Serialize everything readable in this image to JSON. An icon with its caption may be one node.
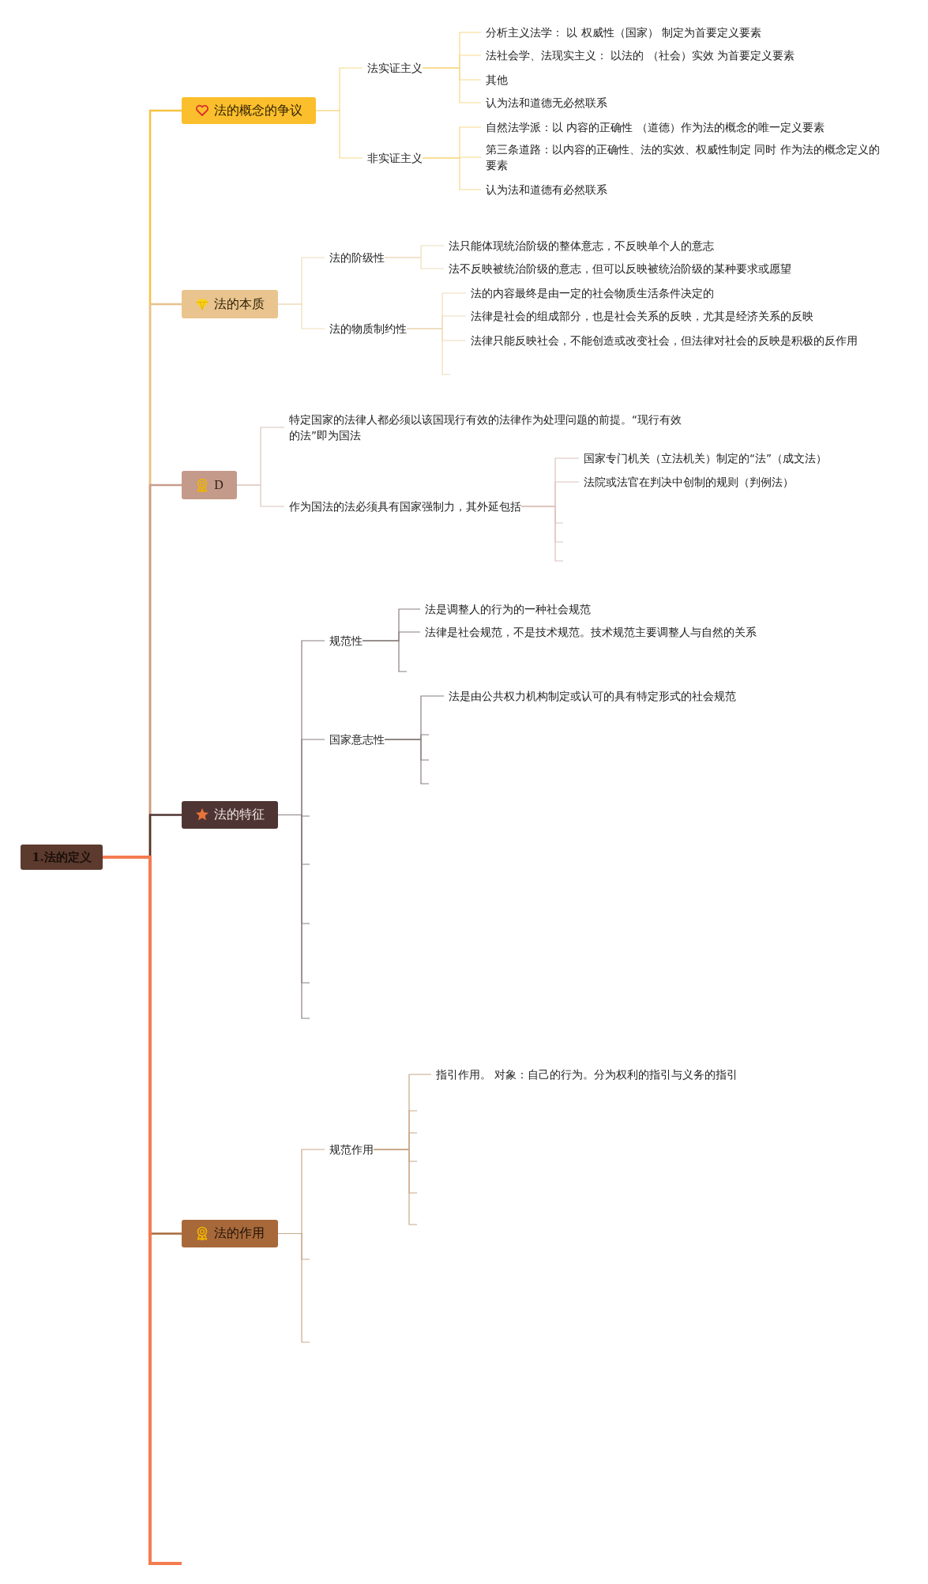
{
  "diagram": {
    "nodes": [
      {
        "text": [
          "1.法的定义"
        ]
      },
      {
        "text": [
          "法的概念的争议"
        ]
      },
      {
        "text": [
          "法实证主义"
        ]
      },
      {
        "text": [
          "分析主义法学： 以 权威性（国家） 制定为首要定义要素"
        ]
      },
      {
        "text": [
          "法社会学、法现实主义： 以法的 （社会）实效 为首要定义要素"
        ]
      },
      {
        "text": [
          "其他"
        ]
      },
      {
        "text": [
          "认为法和道德无必然联系"
        ]
      },
      {
        "text": [
          "非实证主义"
        ]
      },
      {
        "text": [
          "自然法学派：以 内容的正确性 （道德）作为法的概念的唯一定义要素"
        ]
      },
      {
        "text": [
          "第三条道路：以内容的正确性、法的实效、权威性制定 同时 作为法的概念定义的要素"
        ]
      },
      {
        "text": [
          "认为法和道德有必然联系"
        ]
      },
      {
        "text": [
          "法的本质"
        ]
      },
      {
        "text": [
          "法的阶级性"
        ]
      },
      {
        "text": [
          "法只能体现统治阶级的整体意志，不反映单个人的意志"
        ]
      },
      {
        "text": [
          "法不反映被统治阶级的意志，但可以反映被统治阶级的某种要求或愿望"
        ]
      },
      {
        "text": [
          "法的物质制约性"
        ]
      },
      {
        "text": [
          "法的内容最终是由一定的社会物质生活条件决定的"
        ]
      },
      {
        "text": [
          "法律是社会的组成部分，也是社会关系的反映，尤其是经济关系的反映"
        ]
      },
      {
        "text": [
          "法律只能反映社会，不能创造或改变社会，但法律对社会的反映是积极的反作用"
        ]
      },
      {
        "text": [
          "D"
        ]
      },
      {
        "text": [
          "特定国家的法律人都必须以该国现行有效的法律作为处理问题的前提。“现行有效的法”即为国法"
        ]
      },
      {
        "text": [
          "作为国法的法必须具有国家强制力，其外延包括"
        ]
      },
      {
        "text": [
          "国家专门机关（立法机关）制定的“法”（成文法）"
        ]
      },
      {
        "text": [
          "法院或法官在判决中创制的规则（判例法）"
        ]
      },
      {
        "text": [
          "法的特征"
        ]
      },
      {
        "text": [
          "规范性"
        ]
      },
      {
        "text": [
          "法是调整人的行为的一种社会规范"
        ]
      },
      {
        "text": [
          "法律是社会规范，不是技术规范。技术规范主要调整人与自然的关系"
        ]
      },
      {
        "text": [
          "国家意志性"
        ]
      },
      {
        "text": [
          "法是由公共权力机构制定或认可的具有特定形式的社会规范"
        ]
      },
      {
        "text": [
          "法的作用"
        ]
      },
      {
        "text": [
          "规范作用"
        ]
      },
      {
        "text": [
          "指引作用。 对象：自己的行为。分为权利的指引与义务的指引"
        ]
      }
    ],
    "edges": [
      {
        "from": 0,
        "to": 1,
        "arrow": "none",
        "color": "#f5c242"
      },
      {
        "from": 0,
        "to": 11,
        "arrow": "none",
        "color": "#e8c28e"
      },
      {
        "from": 0,
        "to": 19,
        "arrow": "none",
        "color": "#c89c8e"
      },
      {
        "from": 0,
        "to": 24,
        "arrow": "none",
        "color": "#4e3534"
      },
      {
        "from": 0,
        "to": 30,
        "arrow": "none",
        "color": "#a8693a"
      },
      {
        "from": 0,
        "to": null,
        "arrow": "none",
        "color": "#f47c50"
      },
      {
        "from": 1,
        "to": 2,
        "arrow": "none",
        "color": "#f8d98a"
      },
      {
        "from": 1,
        "to": 7,
        "arrow": "none",
        "color": "#f8d98a"
      },
      {
        "from": 2,
        "to": 3,
        "arrow": "none",
        "color": "#f8d98a"
      },
      {
        "from": 2,
        "to": 4,
        "arrow": "none",
        "color": "#f8d98a"
      },
      {
        "from": 2,
        "to": 5,
        "arrow": "none",
        "color": "#f8d98a"
      },
      {
        "from": 2,
        "to": 6,
        "arrow": "none",
        "color": "#f8d98a"
      },
      {
        "from": 7,
        "to": 8,
        "arrow": "none",
        "color": "#f8d98a"
      },
      {
        "from": 7,
        "to": 9,
        "arrow": "none",
        "color": "#f8d98a"
      },
      {
        "from": 7,
        "to": 10,
        "arrow": "none",
        "color": "#f8d98a"
      },
      {
        "from": 11,
        "to": 12,
        "arrow": "none",
        "color": "#f0dcbc"
      },
      {
        "from": 11,
        "to": 15,
        "arrow": "none",
        "color": "#f0dcbc"
      },
      {
        "from": 12,
        "to": 13,
        "arrow": "none",
        "color": "#f0dcbc"
      },
      {
        "from": 12,
        "to": 14,
        "arrow": "none",
        "color": "#f0dcbc"
      },
      {
        "from": 15,
        "to": 16,
        "arrow": "none",
        "color": "#f0dcbc"
      },
      {
        "from": 15,
        "to": 17,
        "arrow": "none",
        "color": "#f0dcbc"
      },
      {
        "from": 15,
        "to": 18,
        "arrow": "none",
        "color": "#f0dcbc"
      },
      {
        "from": 15,
        "to": null,
        "arrow": "none",
        "color": "#f0dcbc"
      },
      {
        "from": 19,
        "to": 20,
        "arrow": "none",
        "color": "#dcc4bc"
      },
      {
        "from": 19,
        "to": 21,
        "arrow": "none",
        "color": "#dcc4bc"
      },
      {
        "from": 21,
        "to": 22,
        "arrow": "none",
        "color": "#dcc4bc"
      },
      {
        "from": 21,
        "to": 23,
        "arrow": "none",
        "color": "#dcc4bc"
      },
      {
        "from": 21,
        "to": null,
        "arrow": "none",
        "color": "#dcc4bc"
      },
      {
        "from": 21,
        "to": null,
        "arrow": "none",
        "color": "#dcc4bc"
      },
      {
        "from": 21,
        "to": null,
        "arrow": "none",
        "color": "#dcc4bc"
      },
      {
        "from": 24,
        "to": 25,
        "arrow": "none",
        "color": "#8a7f7f"
      },
      {
        "from": 24,
        "to": 28,
        "arrow": "none",
        "color": "#8a7f7f"
      },
      {
        "from": 24,
        "to": null,
        "arrow": "none",
        "color": "#8a7f7f"
      },
      {
        "from": 24,
        "to": null,
        "arrow": "none",
        "color": "#8a7f7f"
      },
      {
        "from": 24,
        "to": null,
        "arrow": "none",
        "color": "#8a7f7f"
      },
      {
        "from": 24,
        "to": null,
        "arrow": "none",
        "color": "#8a7f7f"
      },
      {
        "from": 24,
        "to": null,
        "arrow": "none",
        "color": "#8a7f7f"
      },
      {
        "from": 25,
        "to": 26,
        "arrow": "none",
        "color": "#8a7f7f"
      },
      {
        "from": 25,
        "to": 27,
        "arrow": "none",
        "color": "#8a7f7f"
      },
      {
        "from": 25,
        "to": null,
        "arrow": "none",
        "color": "#8a7f7f"
      },
      {
        "from": 28,
        "to": 29,
        "arrow": "none",
        "color": "#8a7f7f"
      },
      {
        "from": 28,
        "to": null,
        "arrow": "none",
        "color": "#8a7f7f"
      },
      {
        "from": 28,
        "to": null,
        "arrow": "none",
        "color": "#8a7f7f"
      },
      {
        "from": 28,
        "to": null,
        "arrow": "none",
        "color": "#8a7f7f"
      },
      {
        "from": 30,
        "to": 31,
        "arrow": "none",
        "color": "#c8a88a"
      },
      {
        "from": 30,
        "to": null,
        "arrow": "none",
        "color": "#c8a88a"
      },
      {
        "from": 30,
        "to": null,
        "arrow": "none",
        "color": "#c8a88a"
      },
      {
        "from": 31,
        "to": 32,
        "arrow": "none",
        "color": "#c8a88a"
      },
      {
        "from": 31,
        "to": null,
        "arrow": "none",
        "color": "#c8a88a"
      },
      {
        "from": 31,
        "to": null,
        "arrow": "none",
        "color": "#c8a88a"
      },
      {
        "from": 31,
        "to": null,
        "arrow": "none",
        "color": "#c8a88a"
      },
      {
        "from": 31,
        "to": null,
        "arrow": "none",
        "color": "#c8a88a"
      },
      {
        "from": 31,
        "to": null,
        "arrow": "none",
        "color": "#c8a88a"
      }
    ]
  }
}
